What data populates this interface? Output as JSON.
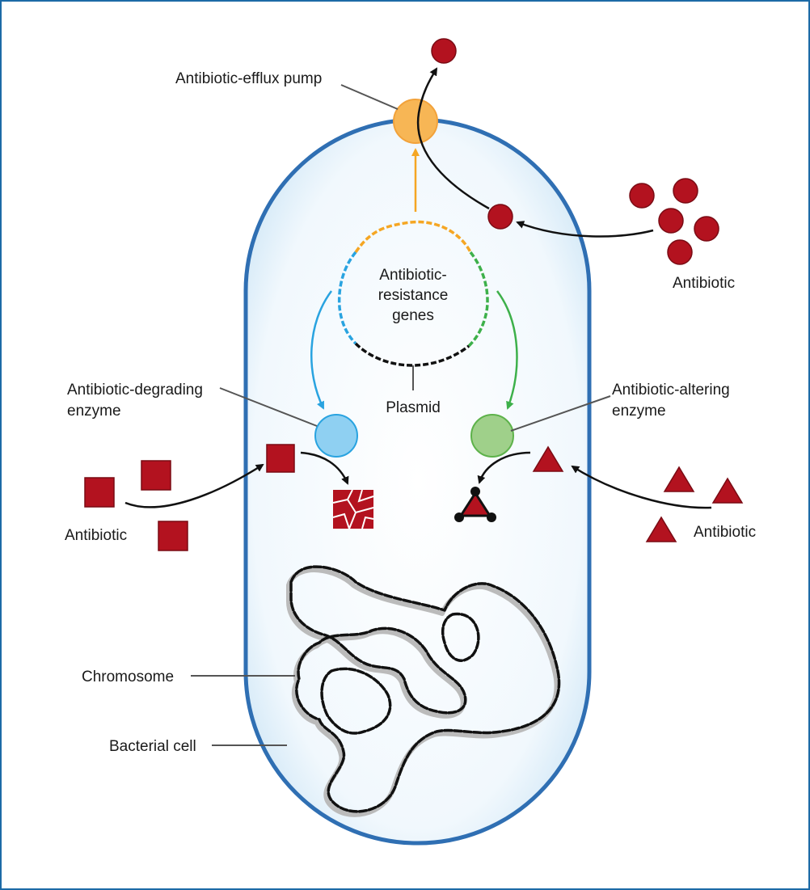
{
  "labels": {
    "efflux_pump": "Antibiotic-efflux pump",
    "antibiotic_right_top": "Antibiotic",
    "resistance_genes_line1": "Antibiotic-",
    "resistance_genes_line2": "resistance",
    "resistance_genes_line3": "genes",
    "degrading_enzyme_line1": "Antibiotic-degrading",
    "degrading_enzyme_line2": "enzyme",
    "plasmid": "Plasmid",
    "altering_enzyme_line1": "Antibiotic-altering",
    "altering_enzyme_line2": "enzyme",
    "antibiotic_left": "Antibiotic",
    "antibiotic_right_bottom": "Antibiotic",
    "chromosome": "Chromosome",
    "bacterial_cell": "Bacterial cell"
  },
  "colors": {
    "frame": "#1c6aa6",
    "cell_membrane": "#2f6fb3",
    "cell_fill": "#e8f3fb",
    "antibiotic": "#b3121f",
    "efflux_pump": "#f7b655",
    "plasmid_orange": "#f5a623",
    "plasmid_blue": "#29a3e0",
    "plasmid_green": "#3db04a",
    "degrading_enzyme": "#8fd0f2",
    "altering_enzyme": "#9fd08a"
  }
}
